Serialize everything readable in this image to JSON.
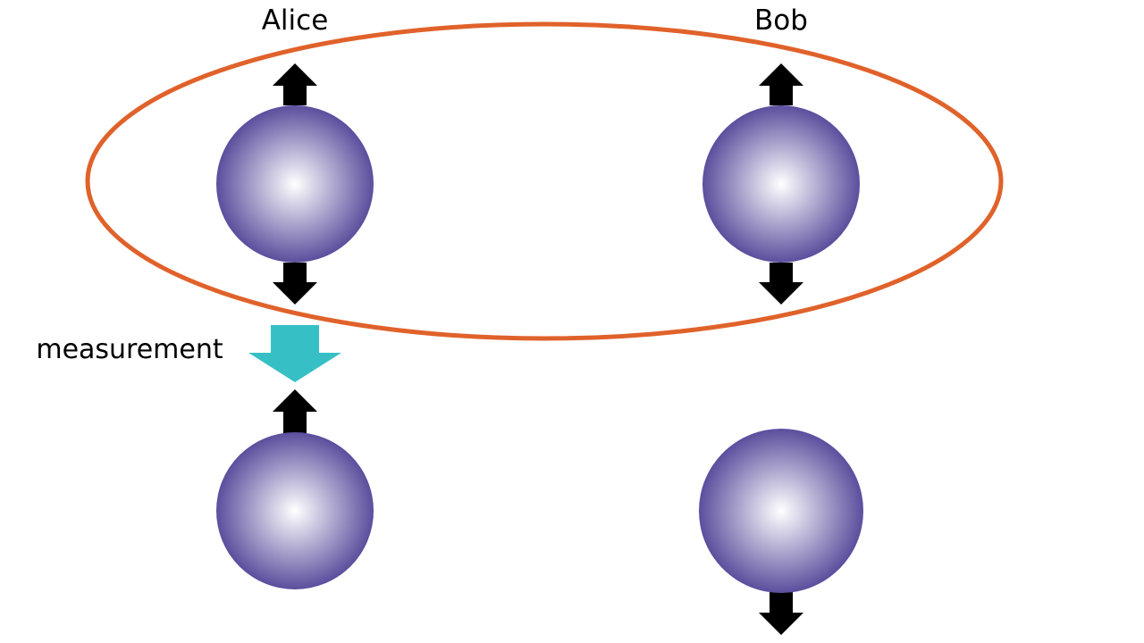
{
  "labels": {
    "alice": "Alice",
    "bob": "Bob",
    "measurement": "measurement"
  },
  "colors": {
    "entanglement_ellipse": "#e0622b",
    "measurement_arrow": "#36c0c6",
    "spin_arrow": "#000000",
    "sphere_center": "#ffffff",
    "sphere_edge": "#5b4e9d",
    "background": "#ffffff"
  },
  "icons": {
    "entanglement": "ellipse-outline",
    "particle": "shaded-sphere",
    "spin_up": "arrow-up-icon",
    "spin_down": "arrow-down-icon",
    "measurement": "arrow-down-icon"
  }
}
